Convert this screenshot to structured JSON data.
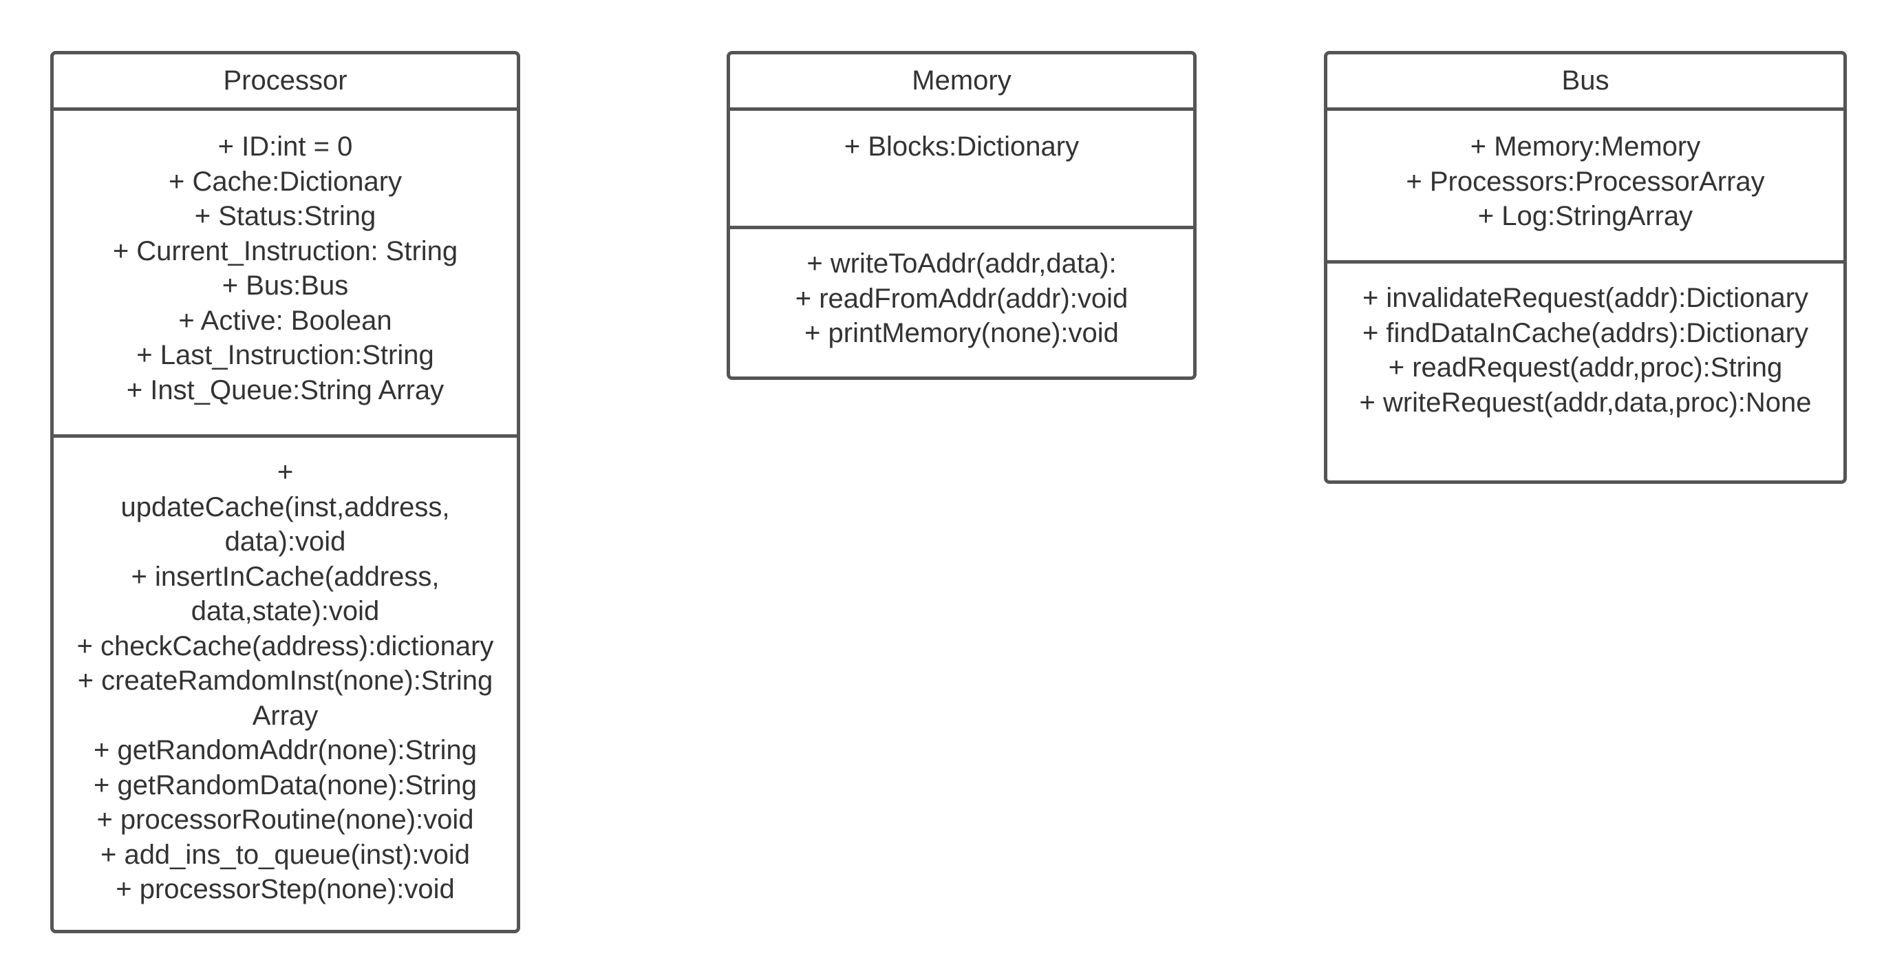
{
  "classes": {
    "processor": {
      "name": "Processor",
      "attributes": [
        "+ ID:int = 0",
        "+ Cache:Dictionary",
        "+ Status:String",
        "+ Current_Instruction: String",
        "+ Bus:Bus",
        "+ Active: Boolean",
        "+ Last_Instruction:String",
        "+ Inst_Queue:String Array"
      ],
      "methods": [
        "+ updateCache(inst,address, data):void",
        "+ insertInCache(address, data,state):void",
        "+ checkCache(address):dictionary",
        "+ createRamdomInst(none):String Array",
        "+ getRandomAddr(none):String",
        "+ getRandomData(none):String",
        "+ processorRoutine(none):void",
        "+ add_ins_to_queue(inst):void",
        "+ processorStep(none):void"
      ]
    },
    "memory": {
      "name": "Memory",
      "attributes": [
        "+ Blocks:Dictionary"
      ],
      "methods": [
        "+ writeToAddr(addr,data):",
        "+ readFromAddr(addr):void",
        "+ printMemory(none):void"
      ]
    },
    "bus": {
      "name": "Bus",
      "attributes": [
        "+ Memory:Memory",
        "+ Processors:ProcessorArray",
        "+ Log:StringArray"
      ],
      "methods": [
        "+ invalidateRequest(addr):Dictionary",
        "+ findDataInCache(addrs):Dictionary",
        "+ readRequest(addr,proc):String",
        "+ writeRequest(addr,data,proc):None"
      ]
    }
  }
}
